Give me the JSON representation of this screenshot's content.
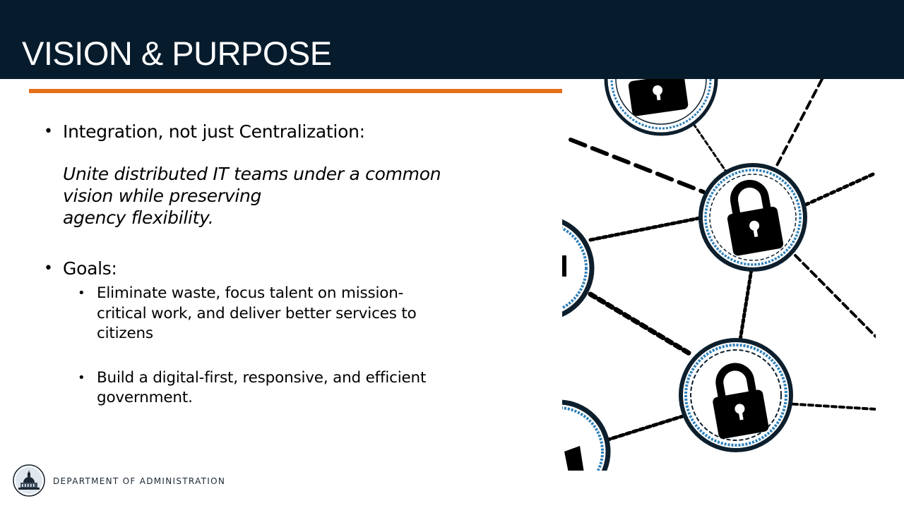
{
  "slide": {
    "title": "VISION & PURPOSE",
    "colors": {
      "header_bg": "#061c2d",
      "accent": "#e5701a",
      "ring": "#2e7fb8"
    }
  },
  "content": {
    "bullet_char": "•",
    "point1": {
      "heading": "Integration, not just Centralization:",
      "line1": "Unite distributed IT teams under a common",
      "line2": "vision while preserving",
      "line3": "agency flexibility."
    },
    "point2": {
      "heading": "Goals:",
      "items": [
        {
          "line1": "Eliminate waste, focus talent on mission-",
          "line2": "critical work, and deliver better services to",
          "line3": "citizens"
        },
        {
          "line1": "Build a digital-first, responsive, and efficient",
          "line2": "government."
        }
      ]
    }
  },
  "image": {
    "icon": "padlock-network-icon"
  },
  "footer": {
    "logo_icon": "capitol-building-seal-icon",
    "label": "DEPARTMENT OF ADMINISTRATION"
  }
}
